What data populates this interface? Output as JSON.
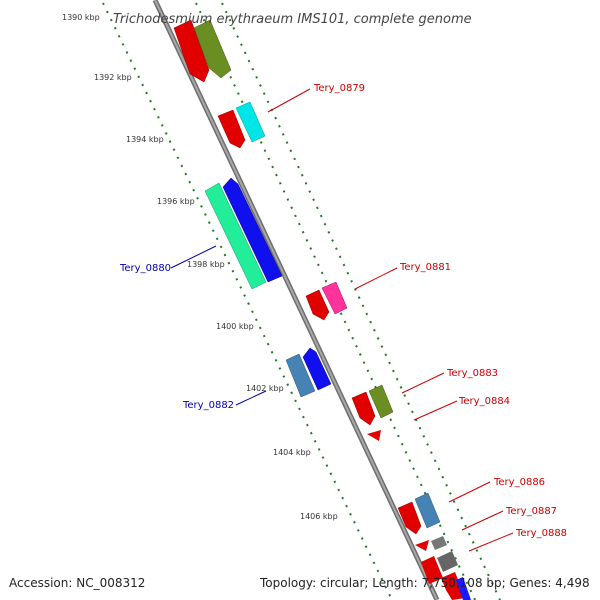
{
  "title": "Trichodesmium erythraeum IMS101, complete genome",
  "accession_text": "Accession: NC_008312",
  "summary_text": "Topology: circular; Length: 7,750,108 bp; Genes: 4,498",
  "ticks": [
    "1390 kbp",
    "1392 kbp",
    "1394 kbp",
    "1396 kbp",
    "1398 kbp",
    "1400 kbp",
    "1402 kbp",
    "1404 kbp",
    "1406 kbp"
  ],
  "colors": {
    "plus_label": "#cc0000",
    "minus_label": "#0000aa",
    "backbone": "#808080",
    "dots": "#227722"
  },
  "gene_labels": [
    {
      "name": "Tery_0879",
      "strand": "plus"
    },
    {
      "name": "Tery_0880",
      "strand": "minus"
    },
    {
      "name": "Tery_0881",
      "strand": "plus"
    },
    {
      "name": "Tery_0882",
      "strand": "minus"
    },
    {
      "name": "Tery_0883",
      "strand": "plus"
    },
    {
      "name": "Tery_0884",
      "strand": "plus"
    },
    {
      "name": "Tery_0886",
      "strand": "plus"
    },
    {
      "name": "Tery_0887",
      "strand": "plus"
    },
    {
      "name": "Tery_0888",
      "strand": "plus"
    }
  ]
}
